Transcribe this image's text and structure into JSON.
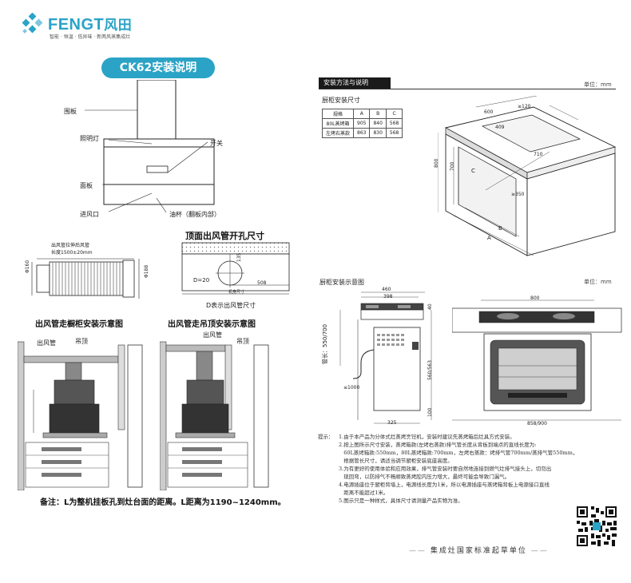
{
  "brand": {
    "name": "FENGT",
    "name_cn": "风田",
    "tagline": "智能 · 恒温 · 低异味 · 新两风蒸集成灶"
  },
  "left": {
    "title": "CK62安装说明",
    "labels": {
      "enclosure": "围板",
      "lamp": "照明灯",
      "switch": "开关",
      "panel": "面板",
      "inlet": "进风口",
      "oil_cup": "油杯（翻板内部）"
    },
    "duct_caption": "出风管拉伸后风管\n长度1500±20mm",
    "duct_dia_left": "Φ160",
    "duct_dia_right": "Φ188",
    "top_hole_title": "顶面出风管开孔尺寸",
    "top_hole": {
      "d_label": "D=20",
      "dim_135": "135",
      "dim_508": "508",
      "machine_size": "机身尺寸",
      "d_caption": "D表示出风管尺寸"
    },
    "diagram_a": {
      "title": "出风管走橱柜安装示意图",
      "duct": "出风管",
      "ceiling": "吊顶"
    },
    "diagram_b": {
      "title": "出风管走吊顶安装示意图",
      "duct": "出风管",
      "ceiling": "吊顶"
    },
    "note": "备注：L为整机挂板孔到灶台面的距离。L距离为1190~1240mm。"
  },
  "right": {
    "section_title": "安装方法与说明",
    "unit": "单位：mm",
    "cabinet_title": "厨柜安装尺寸",
    "table": {
      "headers": [
        "规格",
        "A",
        "B",
        "C"
      ],
      "rows": [
        [
          "80L蒸烤箱",
          "905",
          "840",
          "568"
        ],
        [
          "左烤右蒸款",
          "863",
          "830",
          "568"
        ]
      ]
    },
    "cabinet_dims": {
      "d600": "600",
      "d120": "≥120",
      "d409": "409",
      "d710": "710",
      "d350": "≥350",
      "h800": "800",
      "h700": "700",
      "c": "C",
      "b": "B",
      "a": "A"
    },
    "schematic_title": "厨柜安装示意图",
    "side_view": {
      "w460": "460",
      "w398": "398",
      "h40": "40",
      "pipe_len": "管长：550/700",
      "h560": "560/563",
      "d1000": "≤1000",
      "h100": "100",
      "w325": "325"
    },
    "front_view": {
      "w800": "800",
      "w858": "858/900"
    },
    "tips_head": "提示：",
    "tips": [
      "1.由于本产品为分体式灶蒸烤烹饪机，安装时建议先蒸烤箱后灶具方式安装。",
      "2.按上图所示尺寸安装，蒸烤箱款(左烤右蒸款)排气管长度从背板到端点的直线长度为:",
      "   60L蒸烤箱款:550mm，80L蒸烤箱款:700mm，左烤右蒸款：烤排气管700mm/蒸排气管550mm，",
      "   根据管长尺寸，请适当调节厨柜安装底座高度。",
      "3.为有更好的使用体验和应用效果，排气管安装时要自然地连接到燃气灶排气接头上，切勿出",
      "   现回弯，以防排气不畅顺致蒸烤腔内压力增大，最终可能会导致门漏气。",
      "4.电源插座位于厨柜背墙上，电源线长度为1米，所以电源插座与蒸烤箱背板上电源接口直线",
      "   距离不能超过1米。",
      "5.图示只是一种样式，具体尺寸请测量产品实物为准。"
    ],
    "footer": "集成灶国家标准起草单位"
  },
  "colors": {
    "accent": "#2aa3c6",
    "line": "#333333",
    "pill_text": "#ffffff"
  }
}
